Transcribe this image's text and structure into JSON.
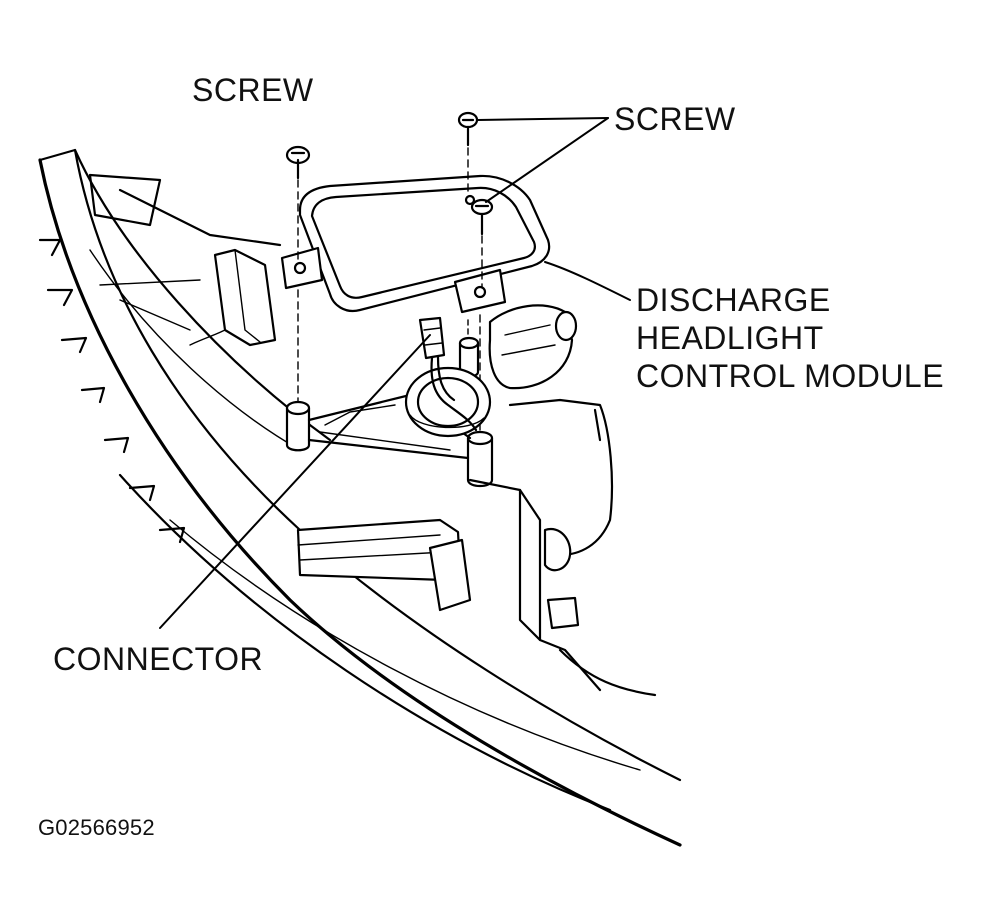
{
  "labels": {
    "screw_left": "SCREW",
    "screw_right": "SCREW",
    "module_line1": "DISCHARGE",
    "module_line2": "HEADLIGHT",
    "module_line3": "CONTROL MODULE",
    "connector": "CONNECTOR",
    "figure_id": "G02566952"
  },
  "colors": {
    "ink": "#000000",
    "paper": "#ffffff"
  }
}
